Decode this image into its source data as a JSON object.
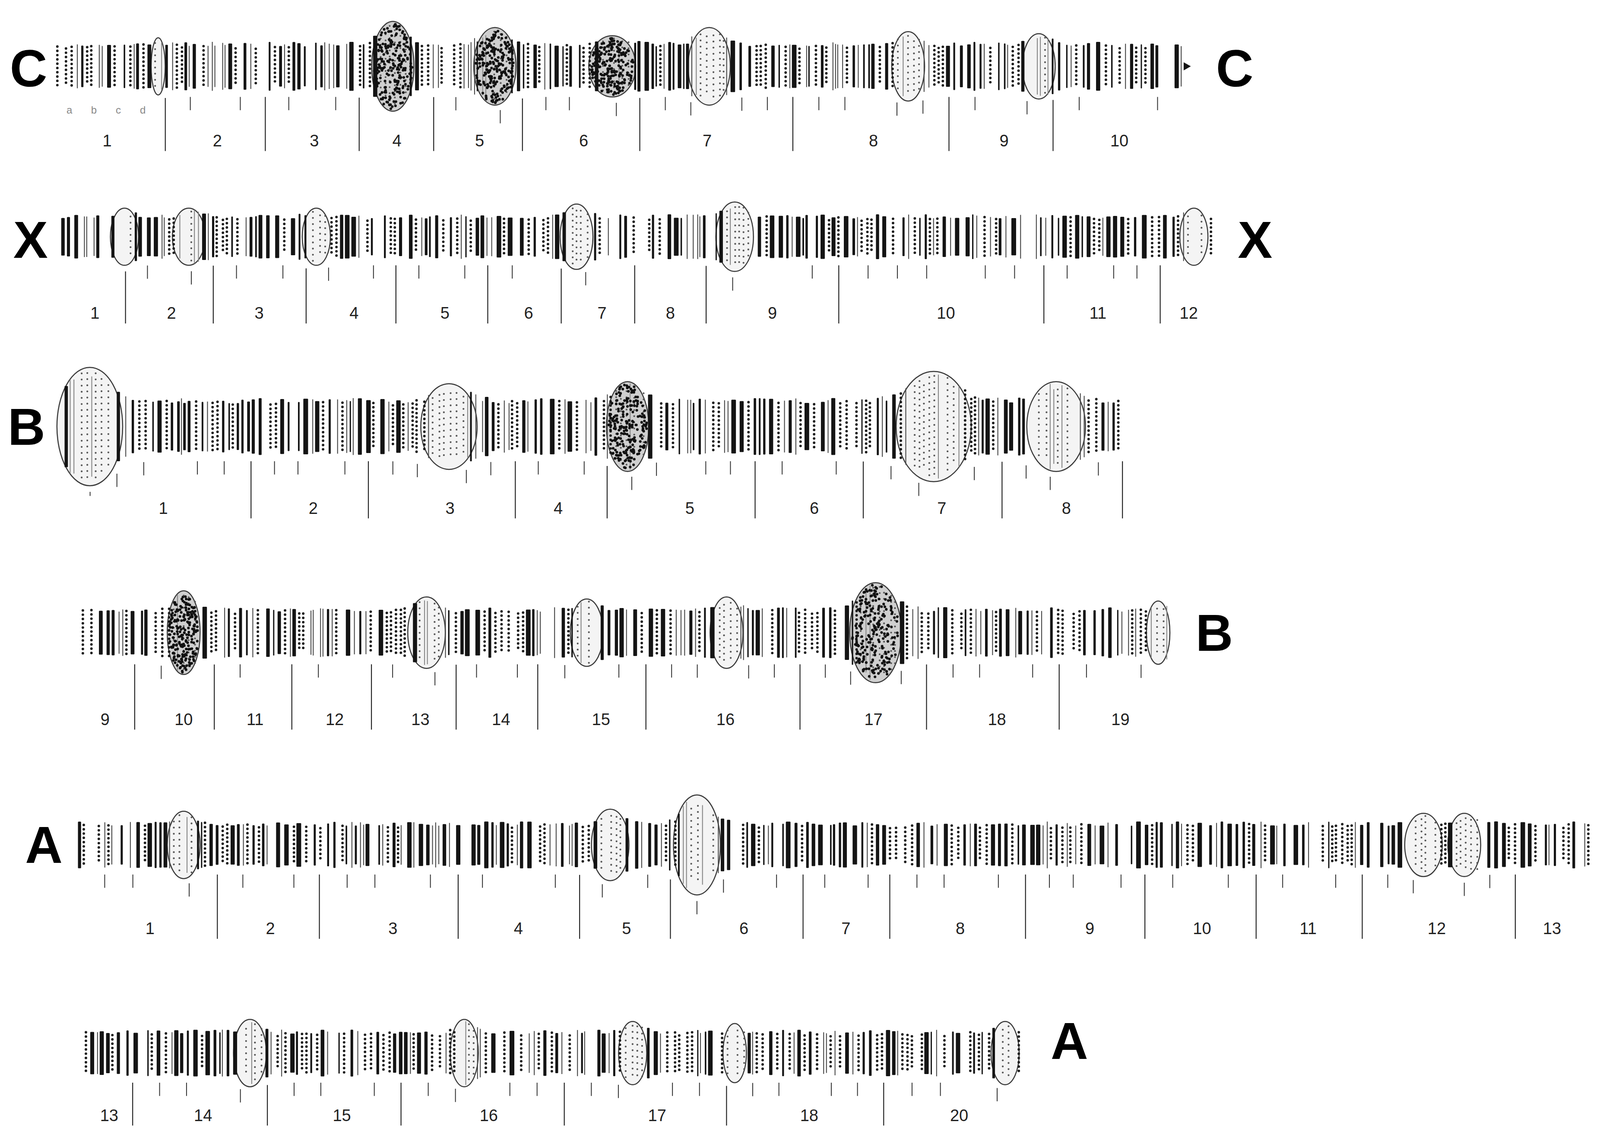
{
  "diagram": {
    "labels": [
      "C",
      "a",
      "b",
      "c",
      "d",
      "1",
      "2",
      "3",
      "4",
      "5",
      "6",
      "7",
      "8",
      "9",
      "10",
      "C",
      "X",
      "1",
      "2",
      "3",
      "4",
      "5",
      "6",
      "7",
      "8",
      "9",
      "10",
      "11",
      "12",
      "X",
      "B",
      "1",
      "2",
      "3",
      "4",
      "5",
      "6",
      "7",
      "8",
      "9",
      "10",
      "11",
      "12",
      "13",
      "14",
      "15",
      "16",
      "17",
      "18",
      "19",
      "B",
      "A",
      "1",
      "2",
      "3",
      "4",
      "5",
      "6",
      "7",
      "8",
      "9",
      "10",
      "11",
      "12",
      "13",
      "13",
      "14",
      "15",
      "16",
      "17",
      "18",
      "20",
      "A"
    ]
  }
}
